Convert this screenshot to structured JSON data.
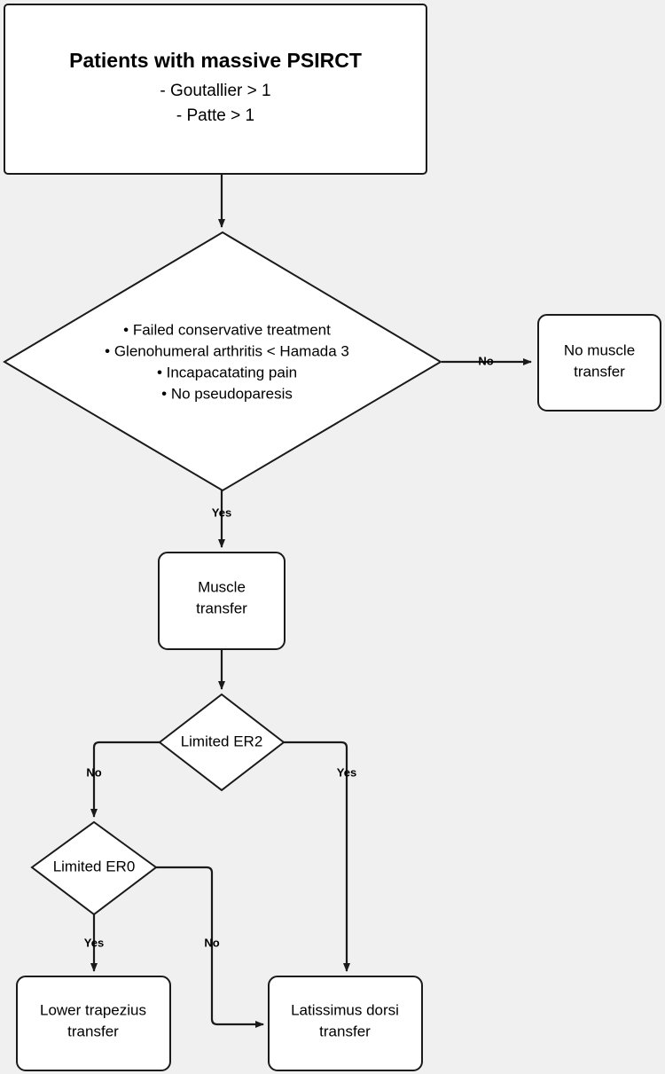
{
  "diagram": {
    "type": "flowchart",
    "background_color": "#f0f0f0",
    "node_fill": "#ffffff",
    "stroke_color": "#1a1a1a",
    "nodes": {
      "start": {
        "shape": "rectangle",
        "title": "Patients with massive PSIRCT",
        "line2": "- Goutallier > 1",
        "line3": "- Patte > 1"
      },
      "criteria": {
        "shape": "diamond",
        "bullets": [
          "• Failed conservative treatment",
          "• Glenohumeral arthritis < Hamada 3",
          "• Incapacatating pain",
          "• No pseudoparesis"
        ]
      },
      "no_muscle_transfer": {
        "shape": "rectangle",
        "line1": "No muscle",
        "line2": "transfer"
      },
      "muscle_transfer": {
        "shape": "rectangle",
        "line1": "Muscle",
        "line2": "transfer"
      },
      "limited_er2": {
        "shape": "diamond",
        "label": "Limited ER2"
      },
      "limited_er0": {
        "shape": "diamond",
        "label": "Limited ER0"
      },
      "lower_trapezius": {
        "shape": "rectangle",
        "line1": "Lower trapezius",
        "line2": "transfer"
      },
      "latissimus_dorsi": {
        "shape": "rectangle",
        "line1": "Latissimus dorsi",
        "line2": "transfer"
      }
    },
    "edge_labels": {
      "criteria_no": "No",
      "criteria_yes": "Yes",
      "er2_no": "No",
      "er2_yes": "Yes",
      "er0_yes": "Yes",
      "er0_no": "No"
    }
  }
}
